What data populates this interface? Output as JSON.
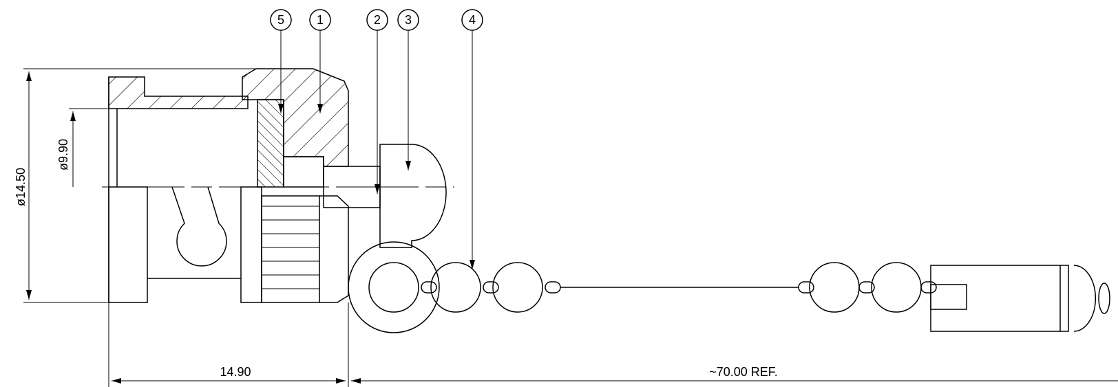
{
  "dimensions": {
    "outer_diameter": "ø14.50",
    "inner_diameter": "ø9.90",
    "body_length": "14.90",
    "chain_length": "~70.00 REF."
  },
  "balloons": [
    {
      "id": "5"
    },
    {
      "id": "1"
    },
    {
      "id": "2"
    },
    {
      "id": "3"
    },
    {
      "id": "4"
    }
  ],
  "colors": {
    "ink": "#000000",
    "paper": "#ffffff"
  }
}
